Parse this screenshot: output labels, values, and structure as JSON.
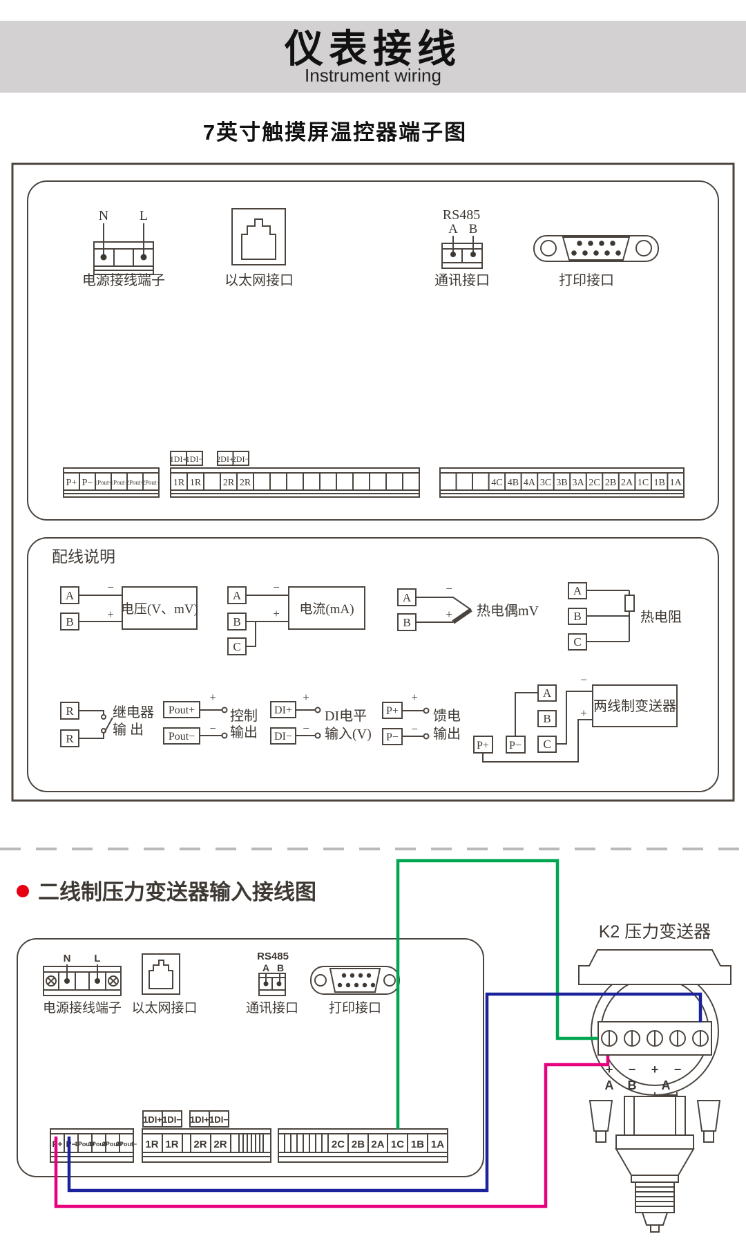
{
  "colors": {
    "banner_bg": "#d3d1d1",
    "diagram_line": "#4b443e",
    "accent_red": "#e60012",
    "wire_green": "#00a551",
    "wire_pink": "#e6007e",
    "wire_blue": "#1b229c"
  },
  "banner": {
    "title": "仪表接线",
    "subtitle": "Instrument wiring"
  },
  "section1": {
    "title": "7英寸触摸屏温控器端子图",
    "connectors": {
      "power": {
        "caption": "电源接线端子",
        "pin1": "N",
        "pin2": "L"
      },
      "ethernet": {
        "caption": "以太网接口"
      },
      "comm": {
        "caption": "通讯接口",
        "protocol": "RS485",
        "pin1": "A",
        "pin2": "B"
      },
      "printer": {
        "caption": "打印接口"
      }
    },
    "strips": {
      "left": [
        "P+",
        "P−",
        "1Pout+",
        "1Pout−",
        "2Pout+",
        "2Pout−"
      ],
      "di": [
        "1DI+",
        "1DI−",
        "2DI+",
        "2DI−"
      ],
      "middle": [
        "1R",
        "1R",
        "2R",
        "2R"
      ],
      "right": [
        "4C",
        "4B",
        "4A",
        "3C",
        "3B",
        "3A",
        "2C",
        "2B",
        "2A",
        "1C",
        "1B",
        "1A"
      ]
    },
    "wiring": {
      "heading": "配线说明",
      "voltage": {
        "t1": "A",
        "t2": "B",
        "minus": "−",
        "plus": "+",
        "device": "电压(V、mV)"
      },
      "current": {
        "t1": "A",
        "t2": "B",
        "t3": "C",
        "minus": "−",
        "plus": "+",
        "device": "电流(mA)"
      },
      "thermocouple": {
        "t1": "A",
        "t2": "B",
        "minus": "−",
        "plus": "+",
        "device": "热电偶mV"
      },
      "rtd": {
        "t1": "A",
        "t2": "B",
        "t3": "C",
        "device": "热电阻"
      },
      "relay": {
        "t1": "R",
        "t2": "R",
        "line1": "继电器",
        "line2": "输  出"
      },
      "control": {
        "t1": "Pout+",
        "t2": "Pout−",
        "plus": "+",
        "minus": "−",
        "line1": "控制",
        "line2": "输出"
      },
      "di_level": {
        "t1": "DI+",
        "t2": "DI−",
        "plus": "+",
        "minus": "−",
        "line1": "DI电平",
        "line2": "输入(V)"
      },
      "feed": {
        "t1": "P+",
        "t2": "P−",
        "plus": "+",
        "minus": "−",
        "line1": "馈电",
        "line2": "输出"
      },
      "transmitter2w": {
        "t1": "P+",
        "t2": "P−",
        "t3": "A",
        "t4": "B",
        "t5": "C",
        "minus": "−",
        "plus": "+",
        "device": "两线制变送器"
      }
    }
  },
  "section2": {
    "title": "二线制压力变送器输入接线图",
    "transmitter_title": "K2  压力变送器",
    "connectors": {
      "power": {
        "caption": "电源接线端子",
        "pin1": "N",
        "pin2": "L"
      },
      "ethernet": {
        "caption": "以太网接口"
      },
      "comm": {
        "caption": "通讯接口",
        "protocol": "RS485",
        "pin1": "A",
        "pin2": "B"
      },
      "printer": {
        "caption": "打印接口"
      }
    },
    "strips": {
      "left": [
        "P+",
        "P−",
        "1Pout+",
        "1Pout−",
        "2Pout+",
        "2Pout−"
      ],
      "di": [
        "1DI+",
        "1DI−",
        "1DI+",
        "1DI−"
      ],
      "middle": [
        "1R",
        "1R",
        "2R",
        "2R"
      ],
      "right": [
        "2C",
        "2B",
        "2A",
        "1C",
        "1B",
        "1A"
      ]
    },
    "transmitter": {
      "signs": [
        "+",
        "−",
        "+",
        "−"
      ],
      "names": [
        "A",
        "B",
        "A"
      ]
    }
  }
}
